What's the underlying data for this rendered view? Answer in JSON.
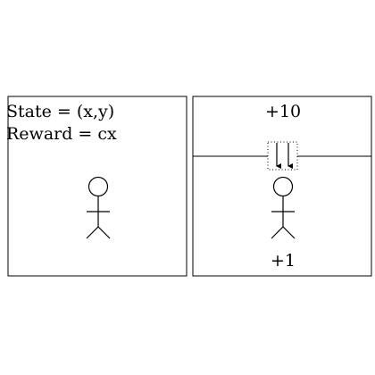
{
  "left_panel": {
    "state_text": "State = (x,y)",
    "reward_text": "Reward = cx"
  },
  "right_panel": {
    "top_reward": "+10",
    "bottom_reward": "+1"
  }
}
